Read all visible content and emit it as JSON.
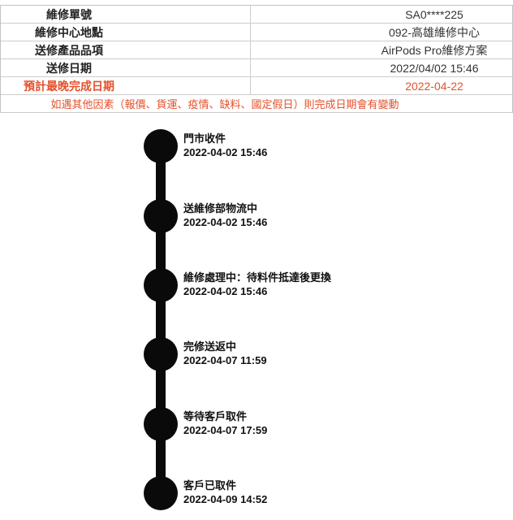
{
  "table": {
    "rows": [
      {
        "label": "維修單號",
        "value": "SA0****225",
        "highlight": false
      },
      {
        "label": "維修中心地點",
        "value": "092-高雄維修中心",
        "highlight": false
      },
      {
        "label": "送修產品品項",
        "value": "AirPods Pro維修方案",
        "highlight": false
      },
      {
        "label": "送修日期",
        "value": "2022/04/02 15:46",
        "highlight": false
      },
      {
        "label": "預計最晚完成日期",
        "value": "2022-04-22",
        "highlight": true
      }
    ],
    "note": "如遇其他因素（報價、貨運、疫情、缺料、國定假日）則完成日期會有變動"
  },
  "timeline": {
    "items": [
      {
        "title": "門市收件",
        "datetime": "2022-04-02 15:46"
      },
      {
        "title": "送維修部物流中",
        "datetime": "2022-04-02 15:46"
      },
      {
        "title": "維修處理中：待料件抵達後更換",
        "datetime": "2022-04-02 15:46"
      },
      {
        "title": "完修送返中",
        "datetime": "2022-04-07 11:59"
      },
      {
        "title": "等待客戶取件",
        "datetime": "2022-04-07 17:59"
      },
      {
        "title": "客戶已取件",
        "datetime": "2022-04-09 14:52"
      }
    ]
  },
  "colors": {
    "accent": "#e4512c",
    "timeline_dot": "#0a0a0a",
    "border": "#cccccc"
  }
}
